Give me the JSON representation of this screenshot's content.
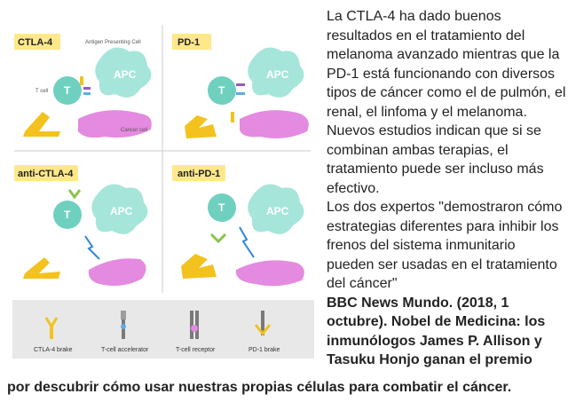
{
  "figure": {
    "panels": [
      {
        "title": "CTLA-4",
        "label_apc_top": "Antigen Presenting Cell",
        "label_t": "T cell",
        "label_cancer": "Cancer cell",
        "t_letter": "T",
        "apc_letter": "APC"
      },
      {
        "title": "PD-1",
        "t_letter": "T",
        "apc_letter": "APC"
      },
      {
        "title": "anti-CTLA-4",
        "t_letter": "T",
        "apc_letter": "APC"
      },
      {
        "title": "anti-PD-1",
        "t_letter": "T",
        "apc_letter": "APC"
      }
    ],
    "legend": [
      {
        "label": "CTLA-4 brake"
      },
      {
        "label": "T-cell accelerator"
      },
      {
        "label": "T-cell receptor"
      },
      {
        "label": "PD-1 brake"
      }
    ],
    "colors": {
      "title_bg": "#ffe88a",
      "t_cell": "#6fd0c0",
      "apc": "#a6e6da",
      "cancer": "#e48ae0",
      "yellow_receptor": "#f3c21e",
      "legend_bg": "#e8e8e8"
    }
  },
  "text": {
    "paragraph1": "La CTLA-4 ha dado buenos resultados en el tratamiento del melanoma avanzado mientras que la PD-1 está funcionando con diversos tipos de cáncer como el de pulmón, el renal, el linfoma y el melanoma. Nuevos estudios indican que si se combinan ambas terapias, el tratamiento puede ser incluso más efectivo.",
    "paragraph2": "Los dos expertos \"demostraron cómo estrategias diferentes para inhibir los frenos del sistema inmunitario pueden ser usadas en el tratamiento del cáncer\"",
    "citation_start": "BBC News Mundo. (2018, 1 octubre). Nobel de Medicina: los inmunólogos James P. Allison y Tasuku Honjo ganan el premio",
    "citation_end": "por descubrir cómo usar nuestras propias células para combatir el cáncer."
  }
}
